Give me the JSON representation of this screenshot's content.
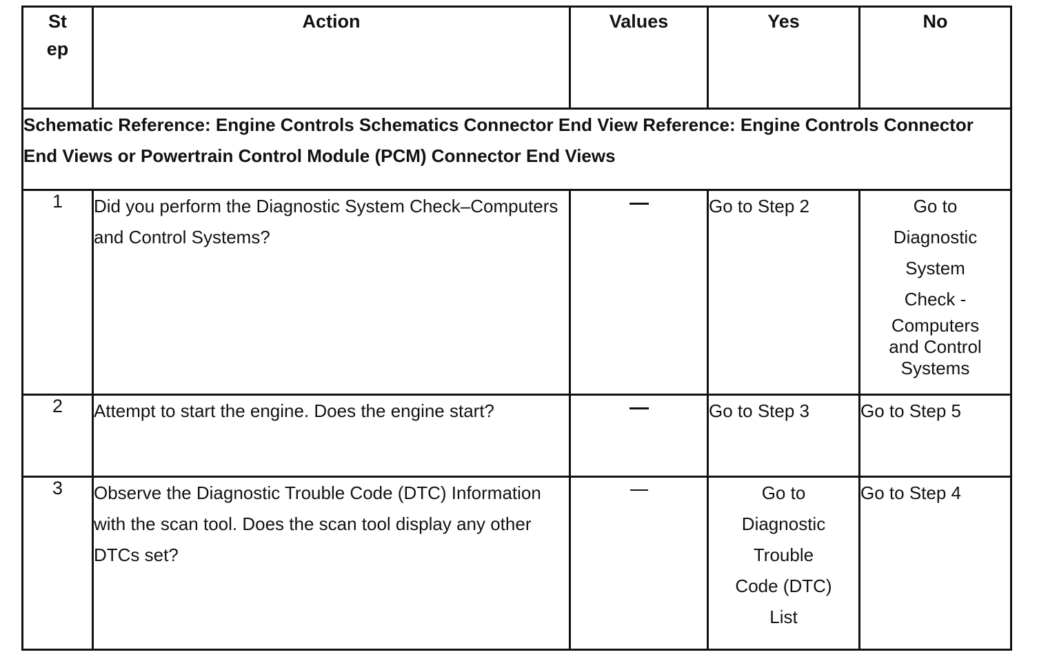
{
  "headers": {
    "step_line1": "St",
    "step_line2": "ep",
    "action": "Action",
    "values": "Values",
    "yes": "Yes",
    "no": "No"
  },
  "reference": "Schematic Reference: Engine Controls Schematics Connector End View Reference: Engine Controls Connector End Views or Powertrain Control Module (PCM) Connector End Views",
  "rows": [
    {
      "step": "1",
      "action": "Did you perform the Diagnostic System Check–Computers and Control Systems?",
      "values": "—",
      "yes": "Go to Step 2",
      "no_lines": [
        "Go to",
        "Diagnostic",
        "System",
        "Check -",
        "Computers",
        "and Control",
        "Systems"
      ]
    },
    {
      "step": "2",
      "action": "Attempt to start the engine. Does the engine start?",
      "values": "—",
      "yes": "Go to Step 3",
      "no": "Go to Step 5"
    },
    {
      "step": "3",
      "action": "Observe the Diagnostic Trouble Code (DTC) Information with the scan tool. Does the scan tool display any other DTCs set?",
      "values": "—",
      "yes_lines": [
        "Go to",
        "Diagnostic",
        "Trouble",
        "Code (DTC)",
        "List"
      ],
      "no": "Go to Step 4"
    }
  ]
}
